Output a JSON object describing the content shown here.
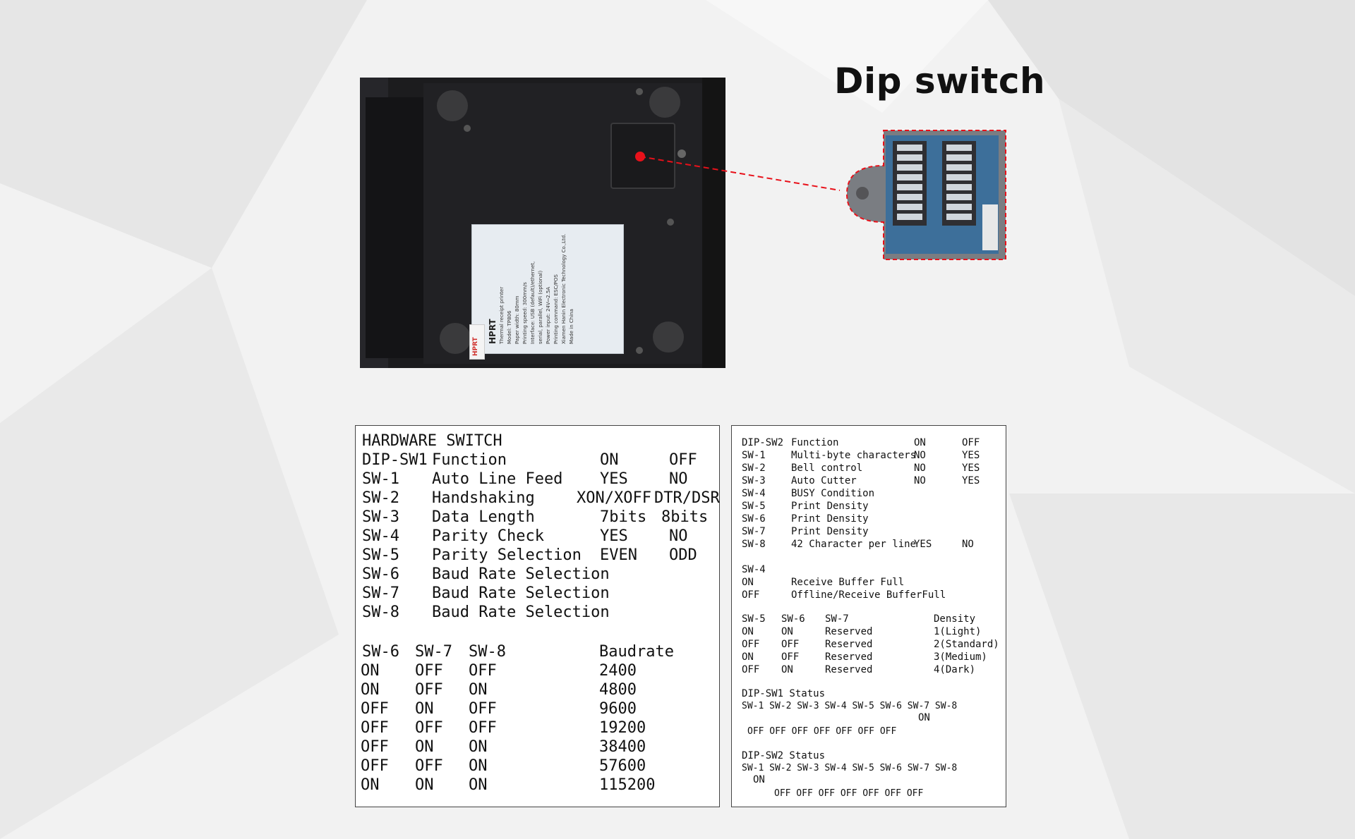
{
  "title": "Dip switch",
  "device": {
    "brand": "HPRT",
    "label_lines": [
      "Thermal receipt printer",
      "Model: TP806",
      "Paper width: 80mm",
      "Printing speed: 300mm/s",
      "Interface: USB (default)/ethernet,",
      "serial, parallel, WiFi (optional)",
      "Power input: 24V⎓2.5A",
      "Printing command: ESC/POS",
      "Xiamen Hanin Electronic Technology Co.,Ltd.",
      "Made in China"
    ],
    "tag": "HPRT"
  },
  "left_table": {
    "heading": "HARDWARE SWITCH",
    "header": [
      "DIP-SW1",
      "Function",
      "ON",
      "OFF"
    ],
    "rows": [
      [
        "SW-1",
        "Auto Line Feed",
        "YES",
        "NO"
      ],
      [
        "SW-2",
        "Handshaking",
        "XON/XOFF",
        "DTR/DSR"
      ],
      [
        "SW-3",
        "Data Length",
        "7bits",
        "8bits"
      ],
      [
        "SW-4",
        "Parity Check",
        "YES",
        "NO"
      ],
      [
        "SW-5",
        "Parity Selection",
        "EVEN",
        "ODD"
      ],
      [
        "SW-6",
        "Baud Rate Selection",
        "",
        ""
      ],
      [
        "SW-7",
        "Baud Rate Selection",
        "",
        ""
      ],
      [
        "SW-8",
        "Baud Rate Selection",
        "",
        ""
      ]
    ],
    "baud_header": [
      "SW-6",
      "SW-7",
      "SW-8",
      "Baudrate"
    ],
    "baud_rows": [
      [
        "ON",
        "OFF",
        "OFF",
        "2400"
      ],
      [
        "ON",
        "OFF",
        "ON",
        "4800"
      ],
      [
        "OFF",
        "ON",
        "OFF",
        "9600"
      ],
      [
        "OFF",
        "OFF",
        "OFF",
        "19200"
      ],
      [
        "OFF",
        "ON",
        "ON",
        "38400"
      ],
      [
        "OFF",
        "OFF",
        "ON",
        "57600"
      ],
      [
        "ON",
        "ON",
        "ON",
        "115200"
      ]
    ]
  },
  "right_table": {
    "header": [
      "DIP-SW2",
      "Function",
      "ON",
      "OFF"
    ],
    "rows": [
      [
        "SW-1",
        "Multi-byte characters",
        "NO",
        "YES"
      ],
      [
        "SW-2",
        "Bell control",
        "NO",
        "YES"
      ],
      [
        "SW-3",
        "Auto Cutter",
        "NO",
        "YES"
      ],
      [
        "SW-4",
        "BUSY Condition",
        "",
        ""
      ],
      [
        "SW-5",
        "Print Density",
        "",
        ""
      ],
      [
        "SW-6",
        "Print Density",
        "",
        ""
      ],
      [
        "SW-7",
        "Print Density",
        "",
        ""
      ],
      [
        "SW-8",
        "42 Character per line",
        "YES",
        "NO"
      ]
    ],
    "sw4_title": "SW-4",
    "sw4_rows": [
      [
        "ON",
        "Receive Buffer Full"
      ],
      [
        "OFF",
        "Offline/Receive BufferFull"
      ]
    ],
    "density_header": [
      "SW-5",
      "SW-6",
      "SW-7",
      "Density"
    ],
    "density_rows": [
      [
        "ON",
        "ON",
        "Reserved",
        "1(Light)"
      ],
      [
        "OFF",
        "OFF",
        "Reserved",
        "2(Standard)"
      ],
      [
        "ON",
        "OFF",
        "Reserved",
        "3(Medium)"
      ],
      [
        "OFF",
        "ON",
        "Reserved",
        "4(Dark)"
      ]
    ],
    "status1_title": "DIP-SW1  Status",
    "status1_switches": "SW-1 SW-2 SW-3 SW-4 SW-5 SW-6 SW-7 SW-8",
    "status1_on_row": "ON",
    "status1_off_row": "OFF  OFF  OFF  OFF  OFF  OFF        OFF",
    "status2_title": "DIP-SW2  Status",
    "status2_switches": "SW-1 SW-2 SW-3 SW-4 SW-5 SW-6 SW-7 SW-8",
    "status2_on_row": "ON",
    "status2_off_row": "OFF  OFF  OFF  OFF  OFF  OFF  OFF"
  }
}
